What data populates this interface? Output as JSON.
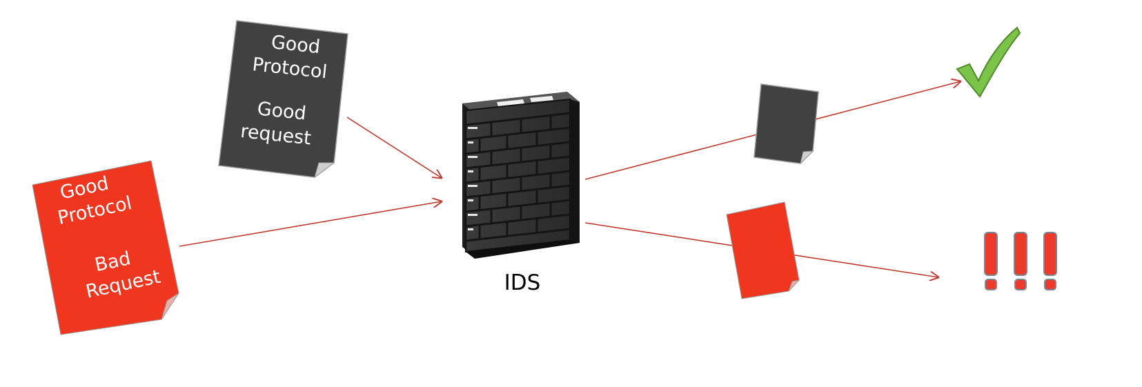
{
  "docs": {
    "good": {
      "line1": "Good",
      "line2": "Protocol",
      "line3": "Good",
      "line4": "request"
    },
    "bad": {
      "line1": "Good",
      "line2": "Protocol",
      "line3": "Bad",
      "line4": "Request"
    }
  },
  "ids": {
    "label": "IDS"
  },
  "outcomes": {
    "alarm": "!!!"
  },
  "colors": {
    "good_doc": "#414141",
    "bad_doc": "#f0361f",
    "arrow": "#c0392b",
    "check": "#7cc34a",
    "alarm": "#ee3a2a"
  }
}
